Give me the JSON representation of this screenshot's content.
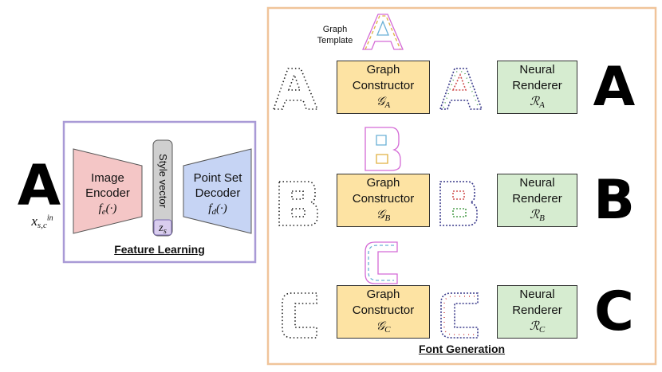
{
  "left": {
    "input_glyph": "A",
    "input_symbol": "x",
    "input_sub": "s,c",
    "input_sup": "in",
    "feature_title": "Feature Learning",
    "image_encoder": {
      "line1": "Image",
      "line2": "Encoder",
      "func": "f",
      "func_sub": "e",
      "arg": "(·)"
    },
    "style_vector": {
      "label": "Style vector",
      "symbol": "z",
      "symbol_sub": "s"
    },
    "point_decoder": {
      "line1": "Point Set",
      "line2": "Decoder",
      "func": "f",
      "func_sub": "d",
      "arg": "(·)"
    }
  },
  "right": {
    "title": "Font Generation",
    "template_label_1": "Graph",
    "template_label_2": "Template",
    "rows": [
      {
        "letter": "A",
        "gc_line1": "Graph",
        "gc_line2": "Constructor",
        "gc_symbol": "𝒢",
        "gc_sub": "A",
        "nr_line1": "Neural",
        "nr_line2": "Renderer",
        "nr_symbol": "ℛ",
        "nr_sub": "A"
      },
      {
        "letter": "B",
        "gc_line1": "Graph",
        "gc_line2": "Constructor",
        "gc_symbol": "𝒢",
        "gc_sub": "B",
        "nr_line1": "Neural",
        "nr_line2": "Renderer",
        "nr_symbol": "ℛ",
        "nr_sub": "B"
      },
      {
        "letter": "C",
        "gc_line1": "Graph",
        "gc_line2": "Constructor",
        "gc_symbol": "𝒢",
        "gc_sub": "C",
        "nr_line1": "Neural",
        "nr_line2": "Renderer",
        "nr_symbol": "ℛ",
        "nr_sub": "C"
      }
    ]
  },
  "colors": {
    "feature_border": "#a99ad6",
    "generation_border": "#f0c49a",
    "encoder_fill": "#f4c6c6",
    "decoder_fill": "#c6d4f4",
    "style_fill": "#cfcfcf",
    "graph_constructor_fill": "#fde3a3",
    "neural_renderer_fill": "#d6ecd0"
  }
}
